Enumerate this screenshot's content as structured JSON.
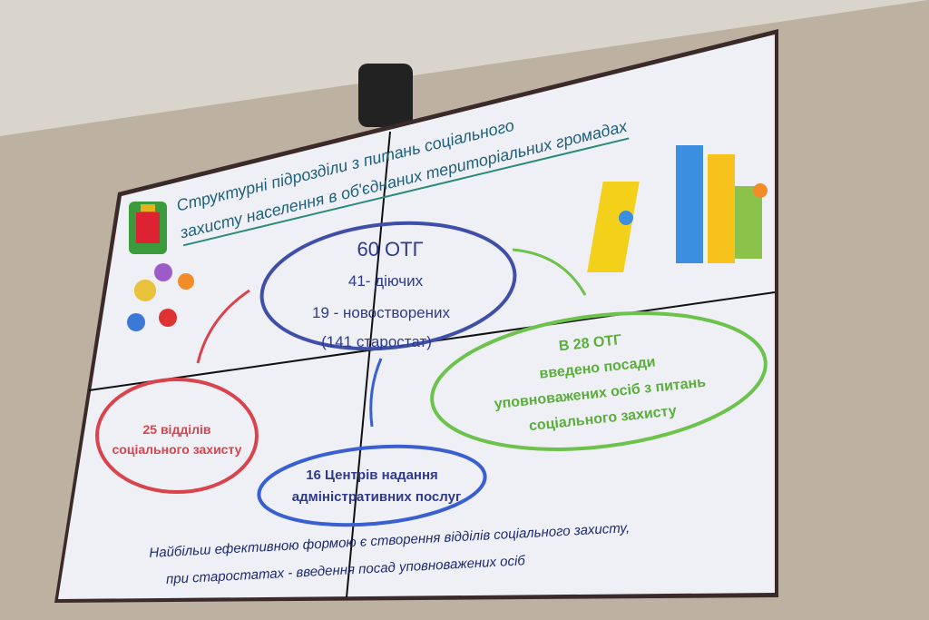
{
  "slide": {
    "title_line1": "Структурні підрозділи з питань соціального",
    "title_line2": "захисту населення в об'єднаних територіальних громадах",
    "center": {
      "line1": "60 ОТГ",
      "line2": "41- діючих",
      "line3": "19 - новостворених",
      "line4": "(141 старостат)"
    },
    "left_circle": {
      "line1": "25 відділів",
      "line2": "соціального захисту"
    },
    "bottom_circle": {
      "line1": "16 Центрів надання",
      "line2": "адміністративних послуг"
    },
    "right_circle": {
      "line1": "В 28 ОТГ",
      "line2": "введено посади",
      "line3": "уповноважених осіб  з питань",
      "line4": "соціального захисту"
    },
    "footer_line1": "Найбільш ефективною формою є створення відділів соціального захисту,",
    "footer_line2": "при старостатах - введення посад уповноважених осіб"
  },
  "colors": {
    "blue": "#3f4fa8",
    "red": "#d9444c",
    "green": "#6cc24a",
    "title": "#1f5f7a"
  }
}
